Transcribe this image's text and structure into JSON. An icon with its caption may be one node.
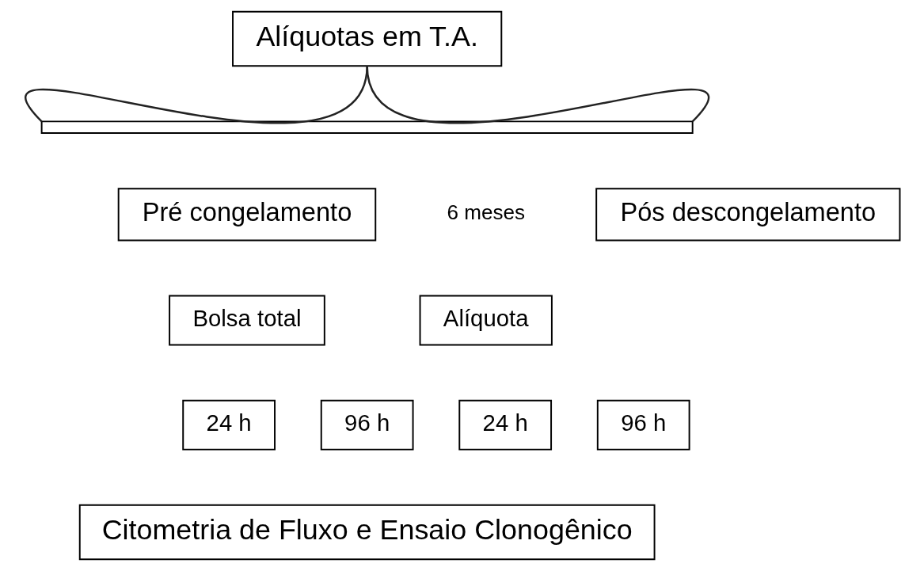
{
  "diagram": {
    "nodes": [
      {
        "text": [
          "Alíquotas em T.A."
        ]
      },
      {
        "text": [],
        "shape": "bar"
      },
      {
        "text": [
          "Pré congelamento"
        ]
      },
      {
        "text": [
          "Pós descongelamento"
        ]
      },
      {
        "text": [
          "Bolsa total"
        ]
      },
      {
        "text": [
          "Alíquota"
        ]
      },
      {
        "text": [
          "24 h"
        ]
      },
      {
        "text": [
          "96 h"
        ]
      },
      {
        "text": [
          "24 h"
        ]
      },
      {
        "text": [
          "96 h"
        ]
      },
      {
        "text": [
          "Citometria de Fluxo e Ensaio Clonogênico"
        ]
      }
    ],
    "edges": [
      {
        "from": 0,
        "to": 1,
        "arrow": "none"
      },
      {
        "from": 0,
        "to": 1,
        "arrow": "none"
      }
    ],
    "labels": [
      "6 meses"
    ]
  }
}
